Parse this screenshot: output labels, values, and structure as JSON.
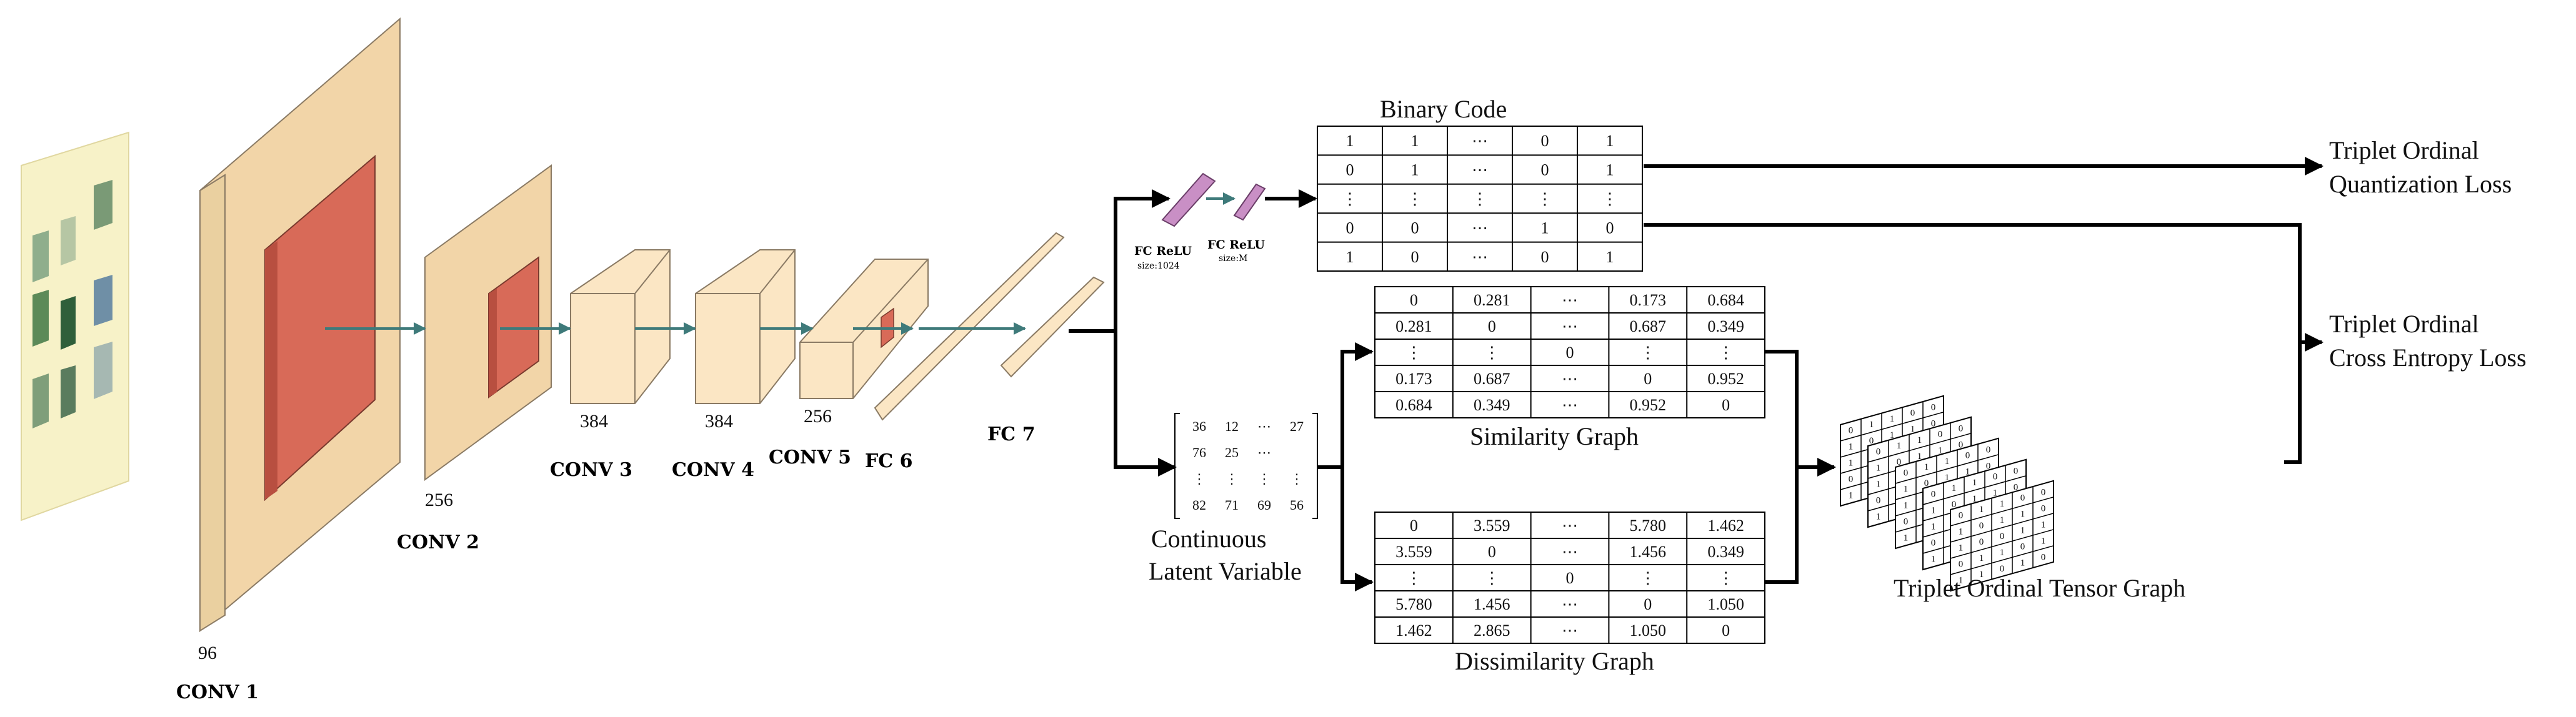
{
  "cnn": {
    "conv1": {
      "name": "CONV 1",
      "depth": "96"
    },
    "conv2": {
      "name": "CONV 2",
      "depth": "256"
    },
    "conv3": {
      "name": "CONV 3",
      "depth": "384"
    },
    "conv4": {
      "name": "CONV 4",
      "depth": "384"
    },
    "conv5": {
      "name": "CONV 5",
      "depth": "256"
    },
    "fc6": {
      "name": "FC 6"
    },
    "fc7": {
      "name": "FC 7"
    }
  },
  "hash_layers": {
    "fc1": {
      "name": "FC ReLU",
      "size": "size:1024"
    },
    "fc2": {
      "name": "FC ReLU",
      "size": "size:M"
    }
  },
  "binary_code": {
    "title": "Binary Code",
    "rows": [
      [
        "1",
        "1",
        "⋯",
        "0",
        "1"
      ],
      [
        "0",
        "1",
        "⋯",
        "0",
        "1"
      ],
      [
        "⋮",
        "⋮",
        "⋮",
        "⋮",
        "⋮"
      ],
      [
        "0",
        "0",
        "⋯",
        "1",
        "0"
      ],
      [
        "1",
        "0",
        "⋯",
        "0",
        "1"
      ]
    ]
  },
  "latent": {
    "line1": "Continuous",
    "line2": "Latent Variable",
    "rows": [
      [
        "36",
        "12",
        "⋯",
        "27"
      ],
      [
        "76",
        "25",
        "⋯",
        ""
      ],
      [
        "⋮",
        "⋮",
        "⋮",
        "⋮"
      ],
      [
        "82",
        "71",
        "69",
        "56"
      ]
    ]
  },
  "similarity": {
    "title": "Similarity Graph",
    "rows": [
      [
        "0",
        "0.281",
        "⋯",
        "0.173",
        "0.684"
      ],
      [
        "0.281",
        "0",
        "⋯",
        "0.687",
        "0.349"
      ],
      [
        "⋮",
        "⋮",
        "0",
        "⋮",
        "⋮"
      ],
      [
        "0.173",
        "0.687",
        "⋯",
        "0",
        "0.952"
      ],
      [
        "0.684",
        "0.349",
        "⋯",
        "0.952",
        "0"
      ]
    ]
  },
  "dissimilarity": {
    "title": "Dissimilarity Graph",
    "rows": [
      [
        "0",
        "3.559",
        "⋯",
        "5.780",
        "1.462"
      ],
      [
        "3.559",
        "0",
        "⋯",
        "1.456",
        "0.349"
      ],
      [
        "⋮",
        "⋮",
        "0",
        "⋮",
        "⋮"
      ],
      [
        "5.780",
        "1.456",
        "⋯",
        "0",
        "1.050"
      ],
      [
        "1.462",
        "2.865",
        "⋯",
        "1.050",
        "0"
      ]
    ]
  },
  "tensor": {
    "title": "Triplet Ordinal Tensor Graph",
    "sheet_rows": [
      [
        "0",
        "1",
        "1",
        "0",
        "0"
      ],
      [
        "1",
        "0",
        "1",
        "1",
        "0"
      ],
      [
        "1",
        "0",
        "0",
        "1",
        "1"
      ],
      [
        "0",
        "1",
        "1",
        "0",
        "1"
      ],
      [
        "1",
        "1",
        "0",
        "1",
        "0"
      ]
    ]
  },
  "losses": {
    "quant_line1": "Triplet Ordinal",
    "quant_line2": "Quantization Loss",
    "ce_line1": "Triplet Ordinal",
    "ce_line2": "Cross Entropy Loss"
  },
  "colors": {
    "block_fill": "#fbe6c4",
    "block_side": "#f2d5a8",
    "block_stroke": "#8a7a64",
    "kernel": "#d86a58",
    "flow_arrow": "#3e7a7a",
    "hash_layer": "#c98fc5",
    "photo_bg": "#f7f2c8"
  }
}
